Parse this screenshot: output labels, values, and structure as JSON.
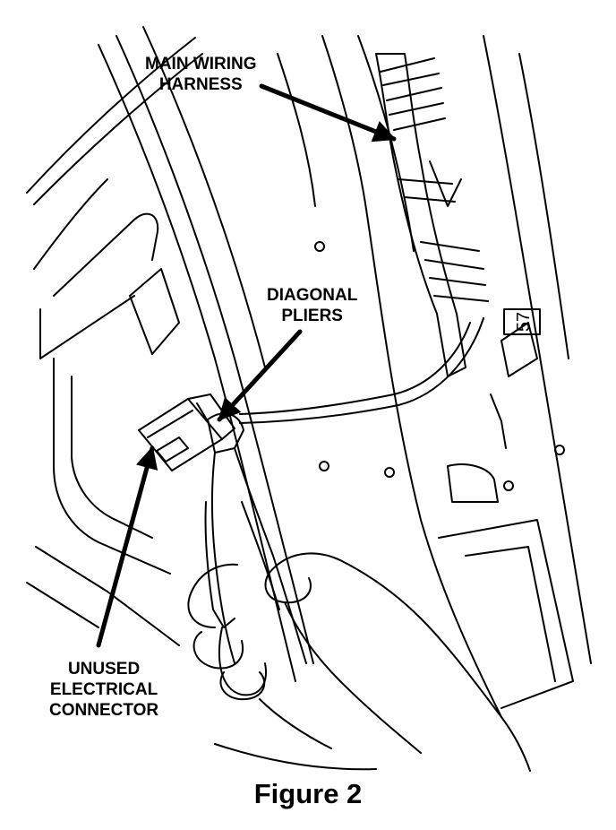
{
  "callouts": {
    "harness": [
      "MAIN WIRING",
      "HARNESS"
    ],
    "pliers": [
      "DIAGONAL",
      "PLIERS"
    ],
    "connector": [
      "UNUSED",
      "ELECTRICAL",
      "CONNECTOR"
    ]
  },
  "panel_stamp": "57",
  "caption": "Figure 2"
}
